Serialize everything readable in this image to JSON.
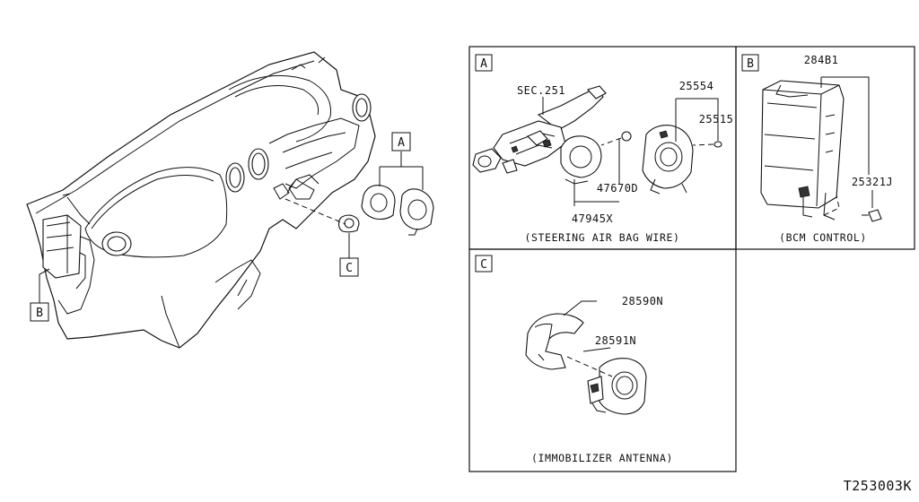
{
  "diagram": {
    "overview_callouts": {
      "a": "A",
      "b": "B",
      "c": "C"
    },
    "panel_a": {
      "tag": "A",
      "parts": {
        "sec": "SEC.251",
        "p25554": "25554",
        "p25515": "25515",
        "p47670d": "47670D",
        "p47945x": "47945X"
      },
      "caption": "(STEERING AIR BAG WIRE)"
    },
    "panel_b": {
      "tag": "B",
      "parts": {
        "p284b1": "284B1",
        "p25321j": "25321J"
      },
      "caption": "(BCM CONTROL)"
    },
    "panel_c": {
      "tag": "C",
      "parts": {
        "p28590n": "28590N",
        "p28591n": "28591N"
      },
      "caption": "(IMMOBILIZER ANTENNA)"
    },
    "figure_code": "T253003K"
  }
}
